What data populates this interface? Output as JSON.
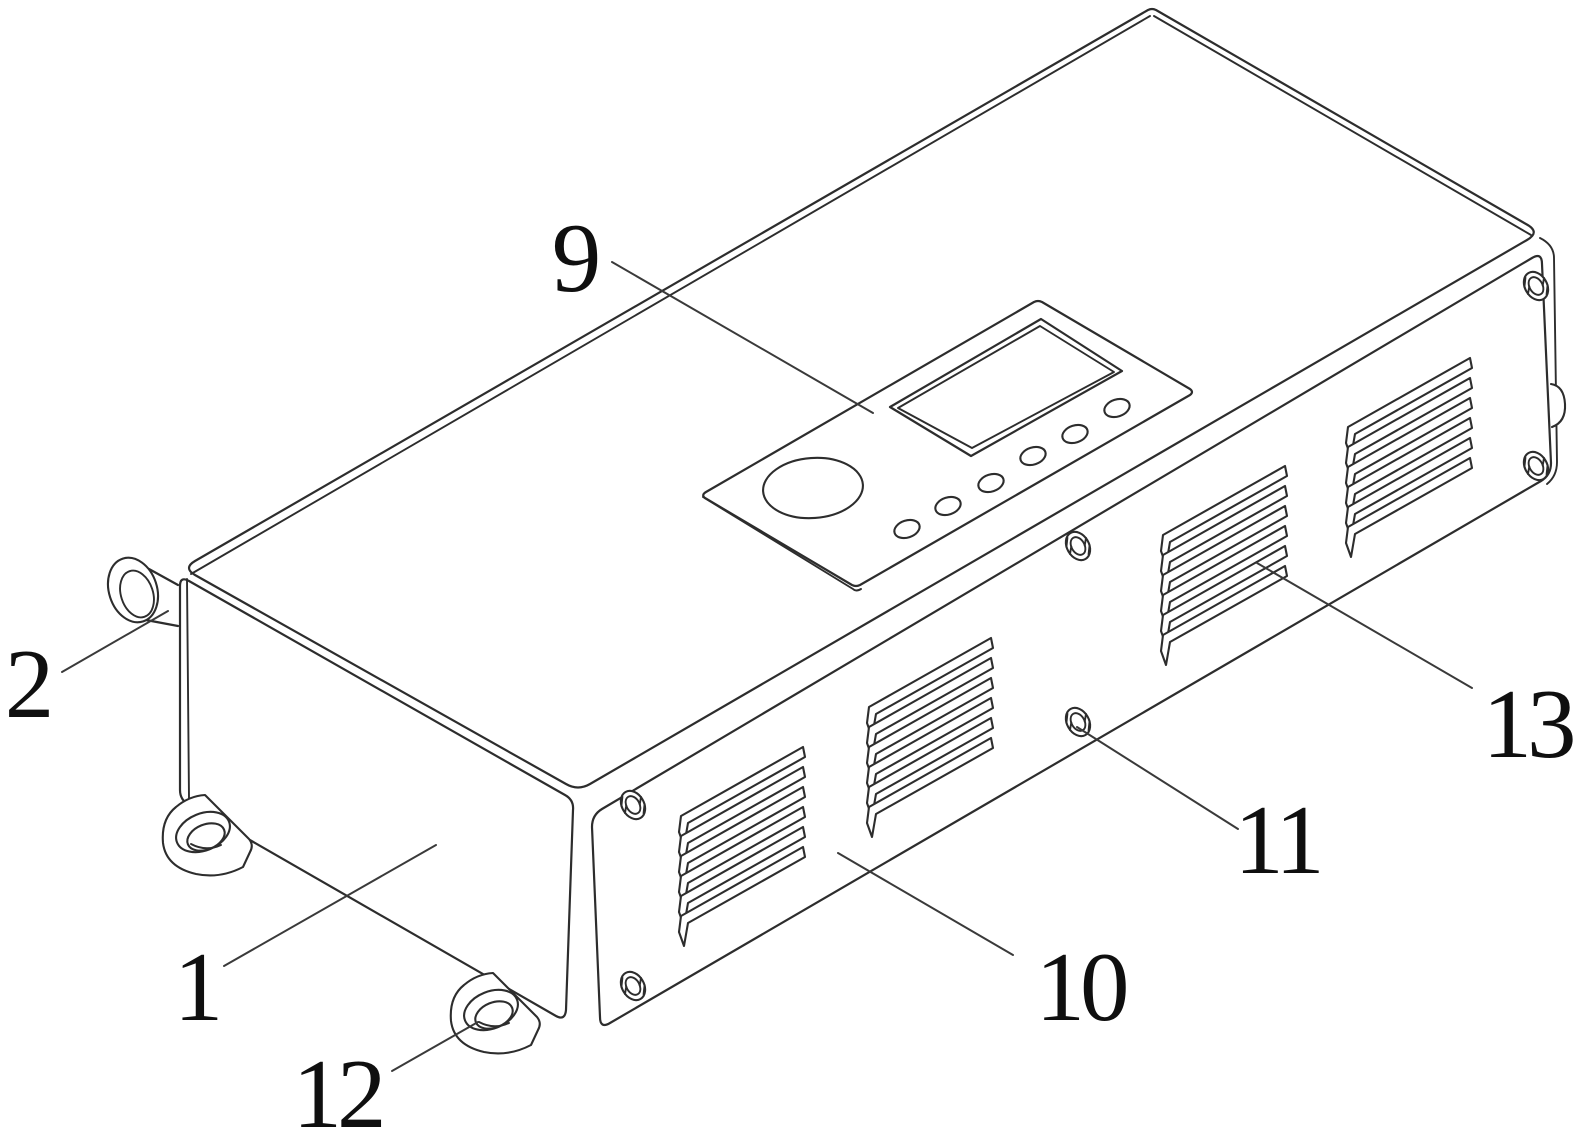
{
  "figure": {
    "kind": "patent line drawing",
    "subject": "isometric view of a rectangular electronic enclosure with control panel, vents, screws, mounting lugs and side plug",
    "background_color": "#ffffff",
    "line_color": "#2d2d2d"
  },
  "callouts": {
    "n1": {
      "text": "1",
      "target": "enclosure-left-face"
    },
    "n2": {
      "text": "2",
      "target": "side-connector-plug"
    },
    "n9": {
      "text": "9",
      "target": "top-control-panel"
    },
    "n10": {
      "text": "10",
      "target": "front-face"
    },
    "n11": {
      "text": "11",
      "target": "front-face-screw"
    },
    "n12": {
      "text": "12",
      "target": "mounting-lug"
    },
    "n13": {
      "text": "13",
      "target": "vent-grille"
    }
  }
}
